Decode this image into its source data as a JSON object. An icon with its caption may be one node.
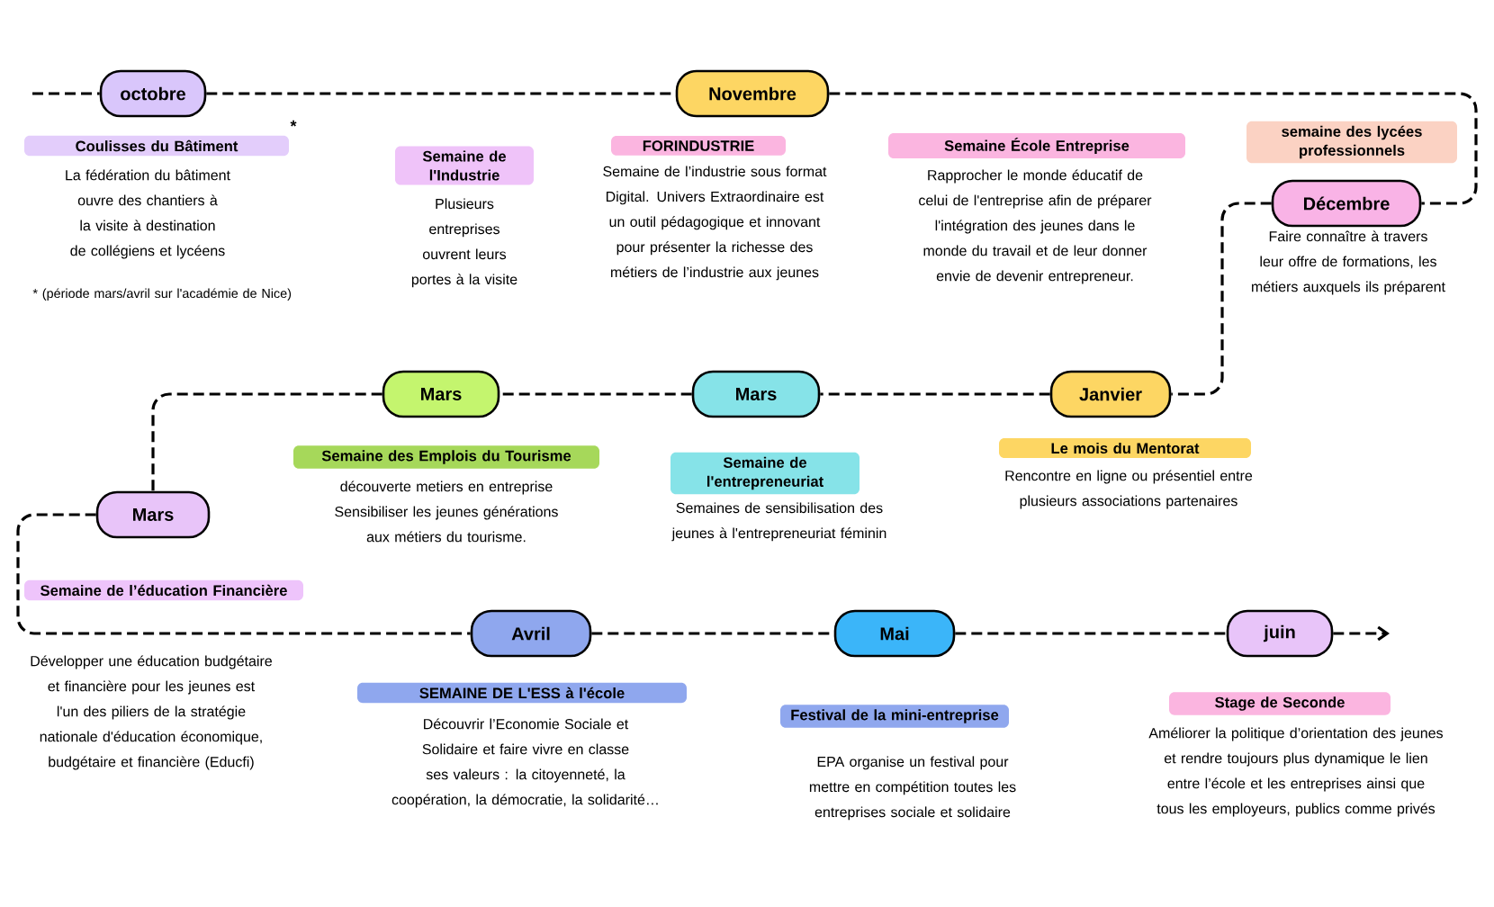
{
  "diagram": {
    "nodes": [
      {
        "text": [
          "octobre"
        ]
      },
      {
        "text": [
          "Coulisses du Bâtiment"
        ],
        "beside": [
          "*",
          "La fédération du bâtiment ouvre des chantiers à la visite à destination de collégiens et lycéens"
        ]
      },
      {
        "text": [
          "Semaine de l'Industrie"
        ],
        "beside": [
          "Plusieurs entreprises ouvrent leurs portes à la visite"
        ]
      },
      {
        "text": [
          "Novembre"
        ]
      },
      {
        "text": [
          "FORINDUSTRIE"
        ],
        "beside": [
          "Semaine de l’industrie sous format Digital. Univers Extraordinaire est un outil pédagogique et innovant pour présenter la richesse des métiers de l’industrie aux jeunes"
        ]
      },
      {
        "text": [
          "Semaine École Entreprise"
        ],
        "beside": [
          "Rapprocher le monde éducatif de celui de l'entreprise afin de préparer l'intégration des jeunes dans le monde du travail et de leur donner envie de devenir entrepreneur."
        ]
      },
      {
        "text": [
          "semaine des lycées professionnels"
        ]
      },
      {
        "text": [
          "Décembre"
        ],
        "beside": [
          "Faire connaître à travers leur offre de formations, les métiers auxquels ils préparent"
        ]
      },
      {
        "text": [
          "Mars"
        ]
      },
      {
        "text": [
          "Semaine des Emplois du Tourisme"
        ],
        "beside": [
          "découverte metiers en entreprise Sensibiliser les jeunes générations aux métiers du tourisme."
        ]
      },
      {
        "text": [
          "Mars"
        ]
      },
      {
        "text": [
          "Semaine de l'entrepreneuriat"
        ],
        "beside": [
          "Semaines de sensibilisation des jeunes à l'entrepreneuriat féminin"
        ]
      },
      {
        "text": [
          "Janvier"
        ]
      },
      {
        "text": [
          "Le mois du Mentorat"
        ],
        "beside": [
          "Rencontre en ligne ou présentiel entre plusieurs associations partenaires"
        ]
      },
      {
        "text": [
          "Mars"
        ]
      },
      {
        "text": [
          "Semaine de l’éducation Financière"
        ],
        "beside": [
          "Développer une éducation budgétaire et financière pour les jeunes est l'un des piliers de la stratégie nationale d'éducation économique, budgétaire et financière (Educfi)"
        ]
      },
      {
        "text": [
          "Avril"
        ]
      },
      {
        "text": [
          "SEMAINE DE L'ESS à l'école"
        ],
        "beside": [
          "Découvrir l’Economie Sociale et Solidaire et faire vivre en classe ses valeurs  : la citoyenneté, la coopération, la démocratie, la solidarité…"
        ]
      },
      {
        "text": [
          "Mai"
        ]
      },
      {
        "text": [
          "Festival de la mini-entreprise"
        ],
        "beside": [
          "EPA organise un festival pour mettre en compétition toutes les entreprises sociale et solidaire"
        ]
      },
      {
        "text": [
          "juin"
        ]
      },
      {
        "text": [
          "Stage de Seconde"
        ],
        "beside": [
          "Améliorer la politique d’orientation des jeunes et rendre toujours plus dynamique le lien entre l’école et les entreprises ainsi que tous les employeurs, publics comme privés"
        ]
      }
    ],
    "edges": [
      {
        "from": null,
        "to": 0,
        "arrow": "none"
      },
      {
        "from": 0,
        "to": 3,
        "arrow": "none"
      },
      {
        "from": 3,
        "to": 7,
        "arrow": "none"
      },
      {
        "from": 7,
        "to": 12,
        "arrow": "none"
      },
      {
        "from": 12,
        "to": 10,
        "arrow": "none"
      },
      {
        "from": 10,
        "to": 8,
        "arrow": "none"
      },
      {
        "from": 8,
        "to": 14,
        "arrow": "none"
      },
      {
        "from": 14,
        "to": 16,
        "arrow": "none"
      },
      {
        "from": 16,
        "to": 18,
        "arrow": "none"
      },
      {
        "from": 18,
        "to": 20,
        "arrow": "none"
      },
      {
        "from": 20,
        "to": null,
        "arrow": "to"
      }
    ],
    "labels": [
      "* (période mars/avril sur l'académie de Nice)"
    ]
  }
}
